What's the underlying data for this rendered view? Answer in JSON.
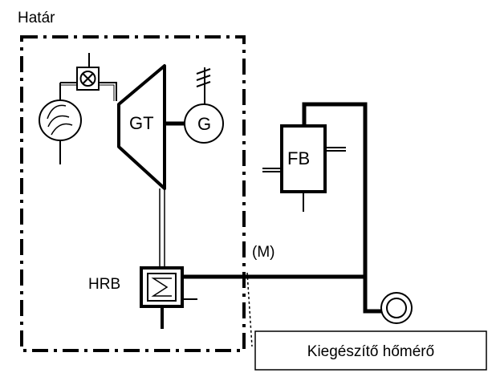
{
  "labels": {
    "boundary": "Határ",
    "gas_turbine": "GT",
    "generator": "G",
    "furnace_boiler": "FB",
    "heat_recovery_boiler": "HRB",
    "measurement_point": "(M)",
    "additional_thermometer": "Kiegészítő hőmérő"
  },
  "colors": {
    "line": "#000000",
    "background": "#ffffff"
  }
}
